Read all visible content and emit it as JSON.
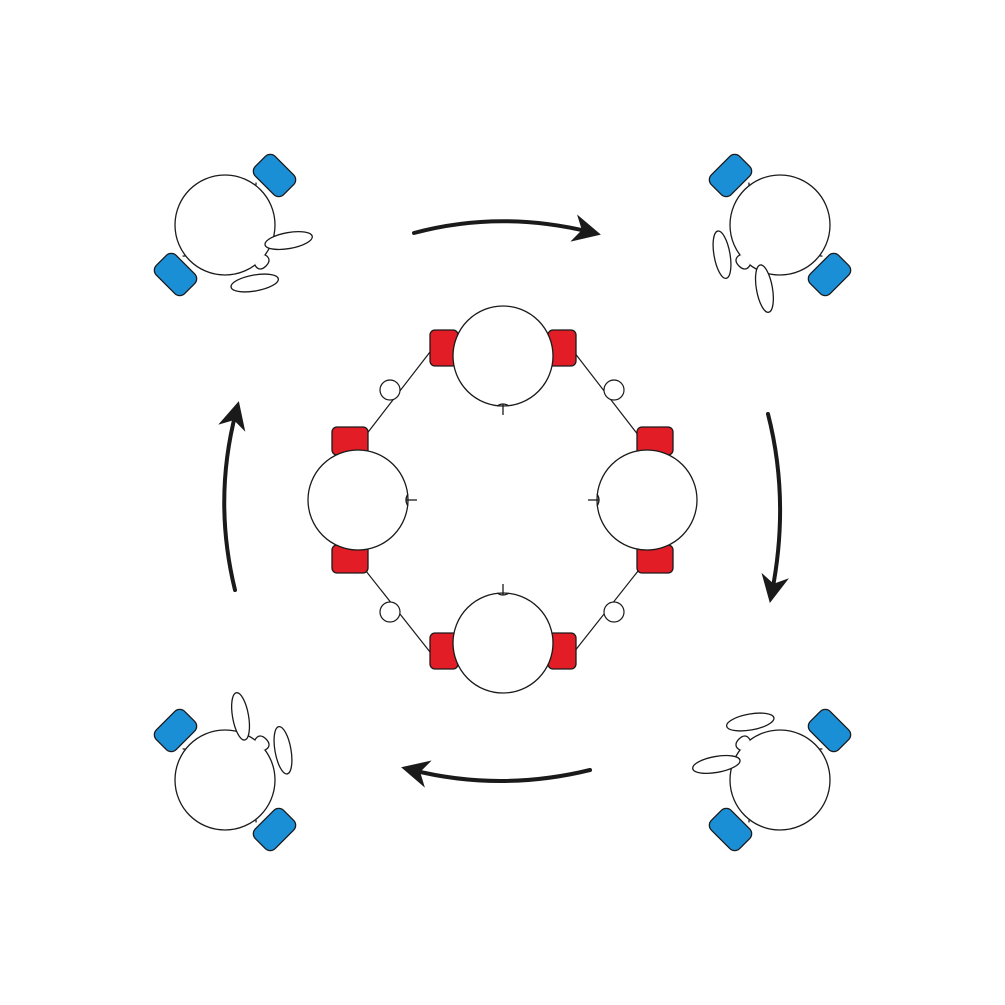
{
  "diagram": {
    "description_text": "",
    "colors": {
      "background": "#ffffff",
      "stroke": "#1a1a1a",
      "head_fill": "#ffffff",
      "outer_shoulder": "#1b8fd6",
      "inner_shoulder": "#e21d26",
      "arrow": "#1a1a1a"
    },
    "outer_people": [
      {
        "name": "person-top-left",
        "facing": "bottom-right"
      },
      {
        "name": "person-top-right",
        "facing": "bottom-left"
      },
      {
        "name": "person-bottom-right",
        "facing": "top-left"
      },
      {
        "name": "person-bottom-left",
        "facing": "top-right"
      }
    ],
    "inner_people": [
      {
        "name": "inner-person-top",
        "facing": "center"
      },
      {
        "name": "inner-person-right",
        "facing": "center"
      },
      {
        "name": "inner-person-bottom",
        "facing": "center"
      },
      {
        "name": "inner-person-left",
        "facing": "center"
      }
    ],
    "rotation": "clockwise"
  }
}
